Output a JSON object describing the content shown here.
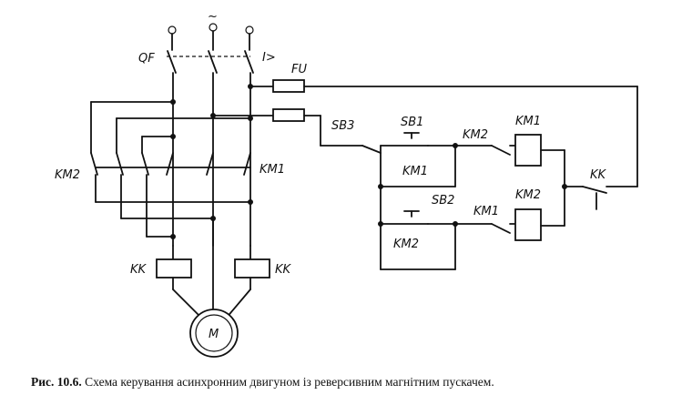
{
  "labels": {
    "qf": "QF",
    "ac": "~",
    "overcurrent": "I>",
    "fu": "FU",
    "sb3": "SB3",
    "sb1": "SB1",
    "sb2": "SB2",
    "km1_power": "KM1",
    "km2_power": "KM2",
    "km2_upper_contact": "KM2",
    "km1_coil": "KM1",
    "km1_hold": "KM1",
    "km1_lower_contact": "KM1",
    "km2_coil": "KM2",
    "km2_hold": "KM2",
    "kk_control": "KK",
    "kk_left": "KK",
    "kk_right": "KK",
    "motor": "M"
  },
  "caption": {
    "number": "Рис. 10.6.",
    "text": "Схема керування асинхронним двигуном із реверсивним магнітним пускачем."
  }
}
